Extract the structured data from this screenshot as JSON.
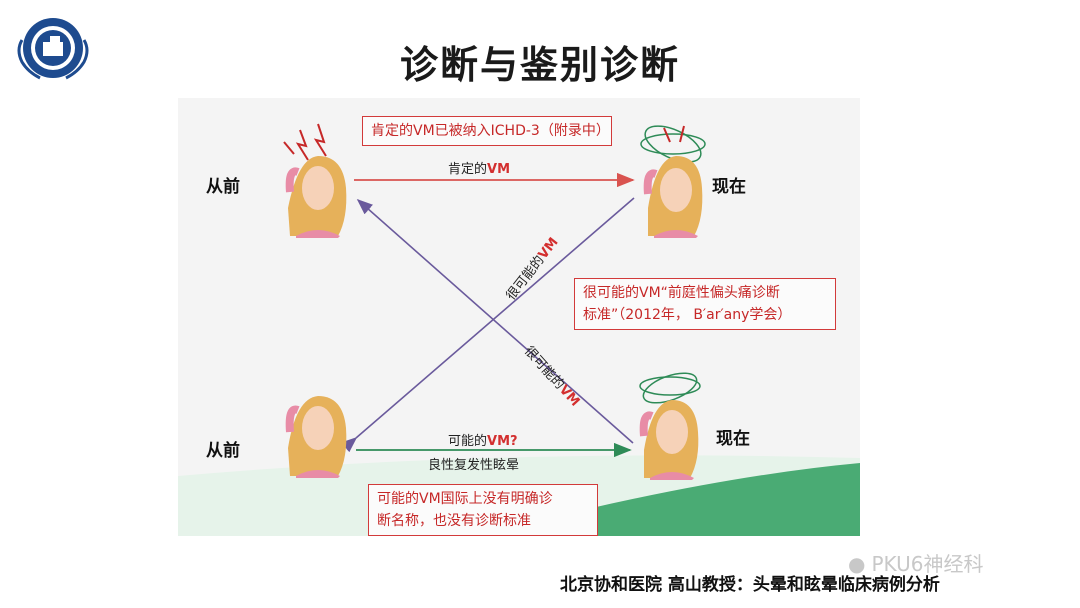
{
  "slide": {
    "title": "诊断与鉴别诊断",
    "footer": "北京协和医院 高山教授：头晕和眩晕临床病例分析",
    "watermark": "PKU6神经科"
  },
  "labels": {
    "past_top": "从前",
    "now_top": "现在",
    "past_bottom": "从前",
    "now_bottom": "现在"
  },
  "boxes": {
    "top": "肯定的VM已被纳入ICHD-3（附录中）",
    "middle_line1": "很可能的VM“前庭性偏头痛诊断",
    "middle_line2": "标准”（2012年， B′ar′any学会）",
    "bottom_line1": "可能的VM国际上没有明确诊",
    "bottom_line2": "断名称，也没有诊断标准"
  },
  "arrows": {
    "top_prefix": "肯定的",
    "top_vm": "VM",
    "diag_up_prefix": "很可能的",
    "diag_up_vm": "VM",
    "diag_down_prefix": "很可能的",
    "diag_down_vm": "VM",
    "bottom_prefix": "可能的",
    "bottom_vm": "VM?",
    "bottom_sub": "良性复发性眩晕"
  },
  "colors": {
    "red_arrow": "#d9534f",
    "purple_arrow": "#6a5a9c",
    "green_arrow": "#2e8b57",
    "box_border": "#d23a3a"
  }
}
